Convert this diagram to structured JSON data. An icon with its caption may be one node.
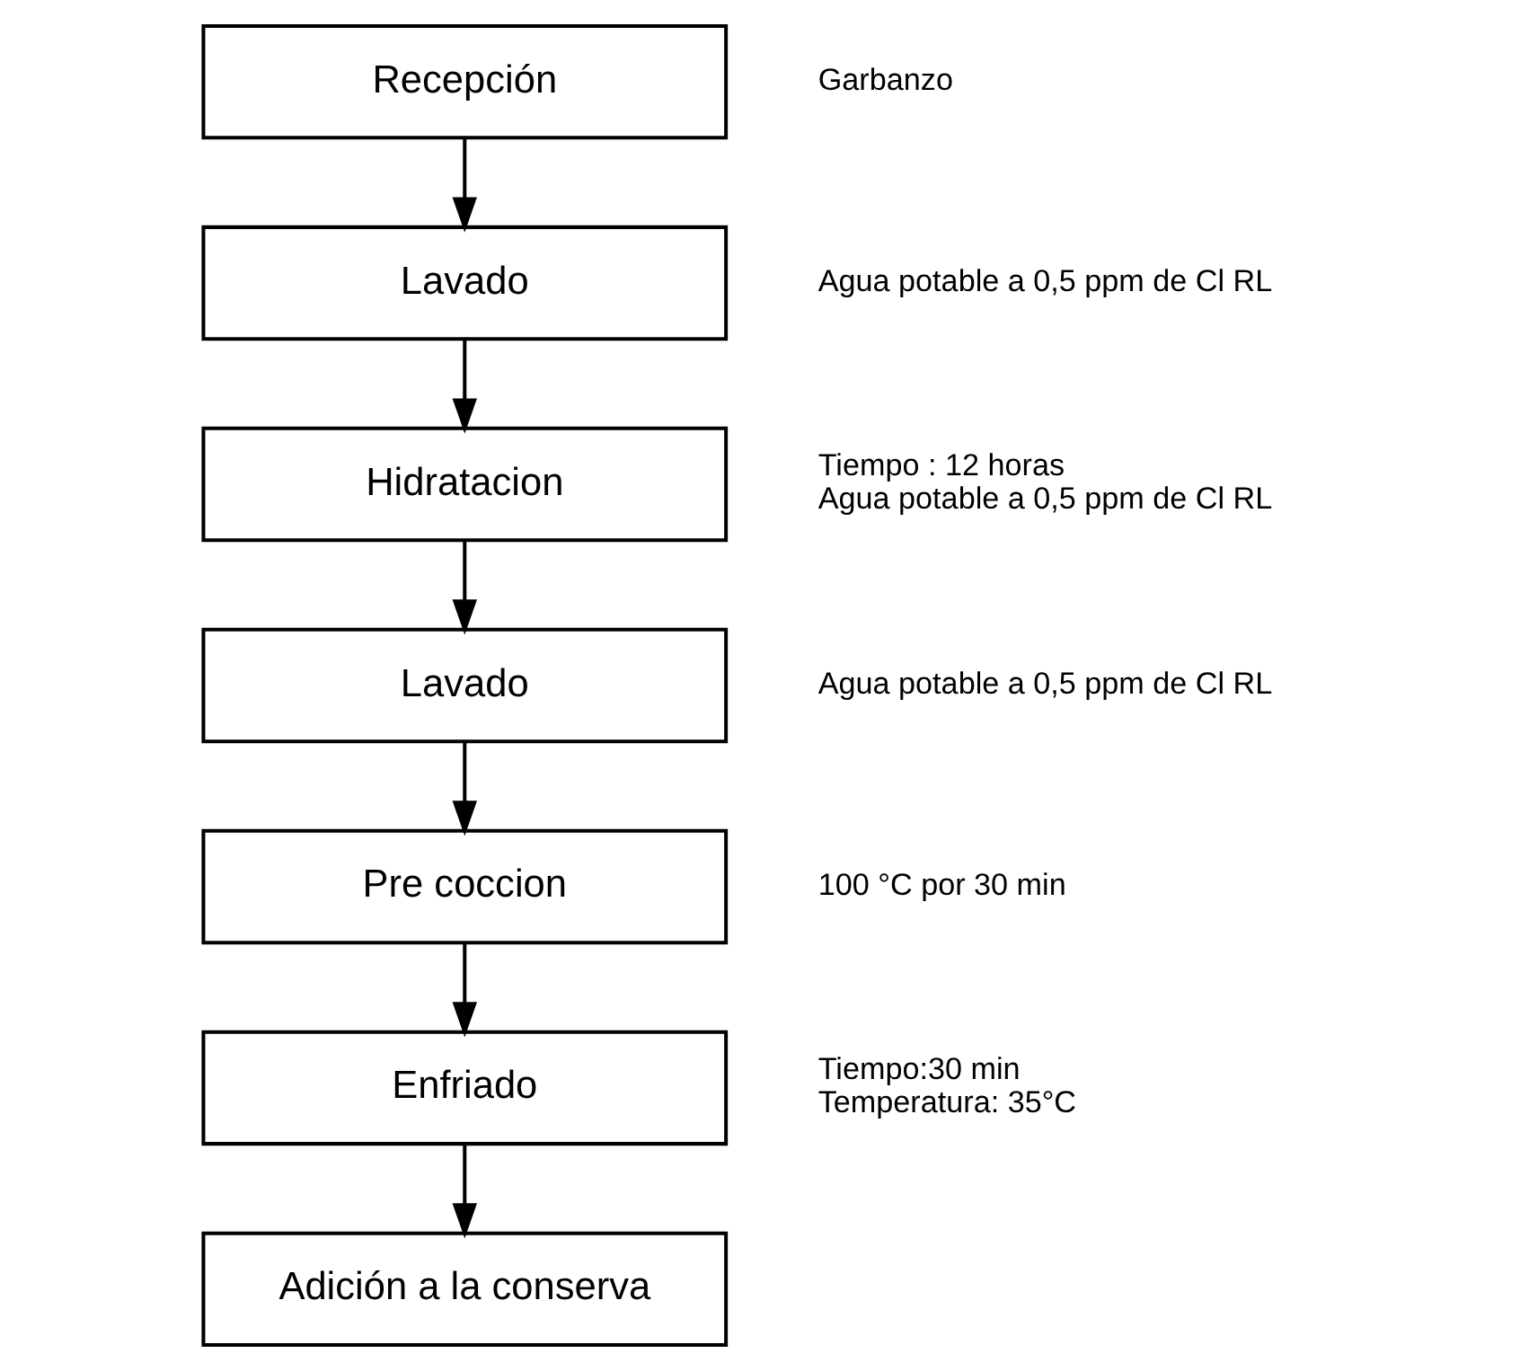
{
  "diagram": {
    "nodes": [
      {
        "text": [
          "Recepción"
        ],
        "beside": [
          "Garbanzo"
        ]
      },
      {
        "text": [
          "Lavado"
        ],
        "beside": [
          "Agua potable a 0,5 ppm de Cl RL"
        ]
      },
      {
        "text": [
          "Hidratacion"
        ],
        "beside": [
          "Tiempo : 12 horas",
          "Agua potable a 0,5 ppm de Cl RL"
        ]
      },
      {
        "text": [
          "Lavado"
        ],
        "beside": [
          "Agua potable a 0,5 ppm de Cl RL"
        ]
      },
      {
        "text": [
          "Pre coccion"
        ],
        "beside": [
          "100 °C por 30 min"
        ]
      },
      {
        "text": [
          "Enfriado"
        ],
        "beside": [
          "Tiempo:30 min",
          "Temperatura: 35°C"
        ]
      },
      {
        "text": [
          "Adición a la conserva"
        ]
      }
    ],
    "edges": [
      {
        "from": 0,
        "to": 1,
        "arrow": "to"
      },
      {
        "from": 1,
        "to": 2,
        "arrow": "to"
      },
      {
        "from": 2,
        "to": 3,
        "arrow": "to"
      },
      {
        "from": 3,
        "to": 4,
        "arrow": "to"
      },
      {
        "from": 4,
        "to": 5,
        "arrow": "to"
      },
      {
        "from": 5,
        "to": 6,
        "arrow": "to"
      }
    ]
  }
}
